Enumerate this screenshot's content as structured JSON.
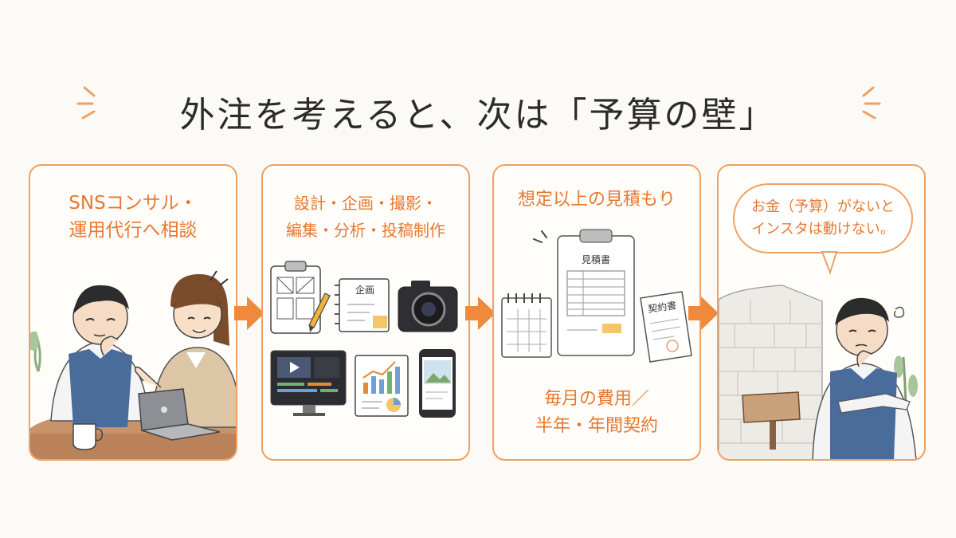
{
  "title": "外注を考えると、次は「予算の壁」",
  "colors": {
    "accent": "#f0a062",
    "heading": "#e8782f",
    "apron": "#4a6c9b"
  },
  "steps": [
    {
      "heading_lines": [
        "SNSコンサル・",
        "運用代行へ相談"
      ]
    },
    {
      "heading_lines": [
        "設計・企画・撮影・",
        "編集・分析・投稿制作"
      ],
      "notebook_label": "企画"
    },
    {
      "heading_lines": [
        "想定以上の見積もり"
      ],
      "estimate_label": "見積書",
      "contract_label": "契約書",
      "footer_lines": [
        "毎月の費用／",
        "半年・年間契約"
      ]
    },
    {
      "bubble_lines": [
        "お金（予算）がないと",
        "インスタは動けない。"
      ]
    }
  ],
  "icons": [
    "spark-icon",
    "arrow-right-icon",
    "clipboard-icon",
    "pencil-icon",
    "notebook-icon",
    "camera-icon",
    "video-editor-icon",
    "analytics-icon",
    "smartphone-icon",
    "calendar-icon",
    "estimate-clipboard-icon",
    "contract-icon",
    "wall-icon",
    "signpost-icon",
    "plant-icon",
    "coffee-cup-icon",
    "laptop-icon"
  ]
}
